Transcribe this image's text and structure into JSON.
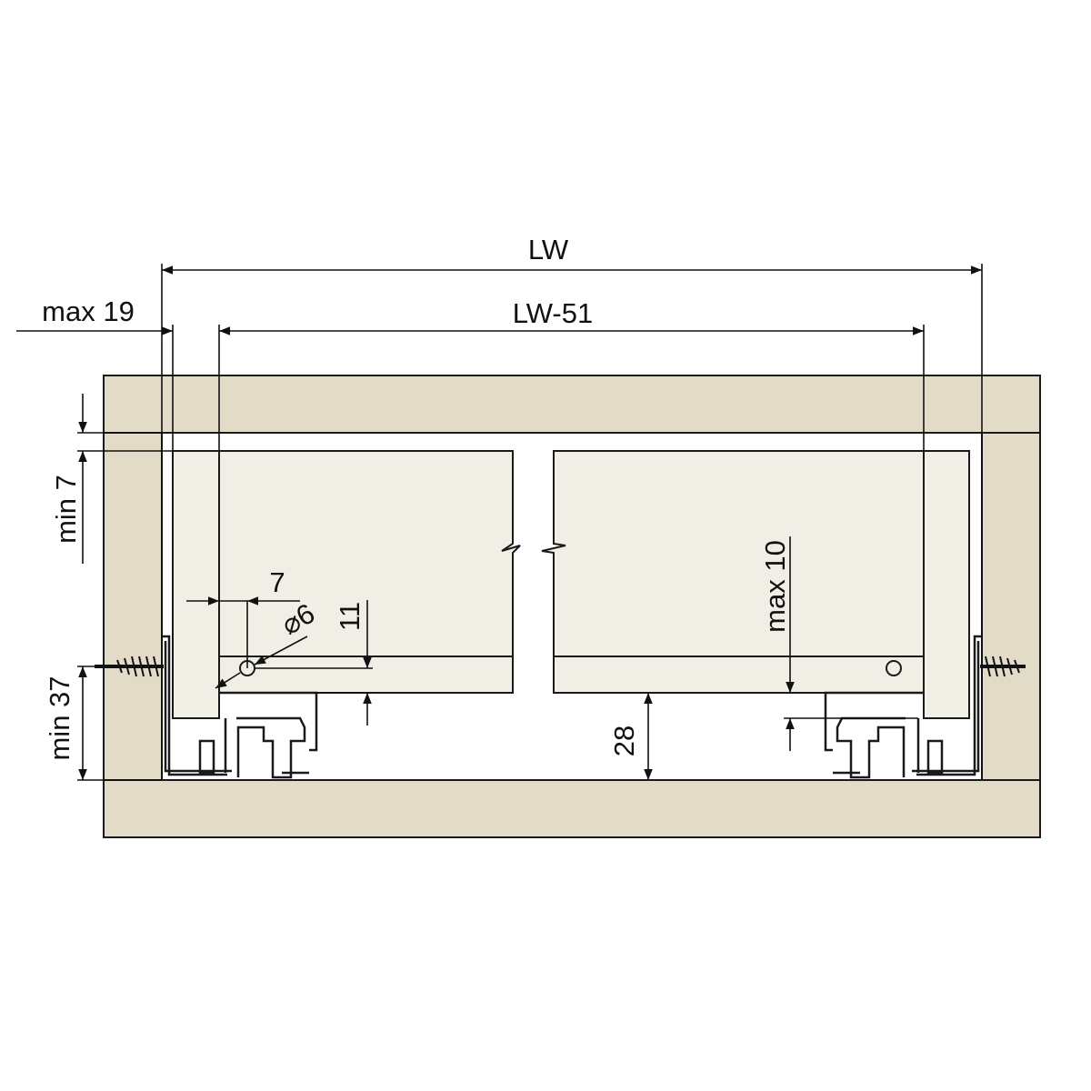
{
  "colors": {
    "cabinet": "#e2dbc8",
    "drawer": "#f1efe5",
    "line": "#1a1a1a"
  },
  "dimensions": {
    "lw": "LW",
    "lw_minus_51": "LW-51",
    "max_19": "max 19",
    "min_7": "min 7",
    "min_37": "min 37",
    "seven": "7",
    "diameter_6": "⌀6",
    "eleven": "11",
    "twenty_eight": "28",
    "max_10": "max 10"
  }
}
